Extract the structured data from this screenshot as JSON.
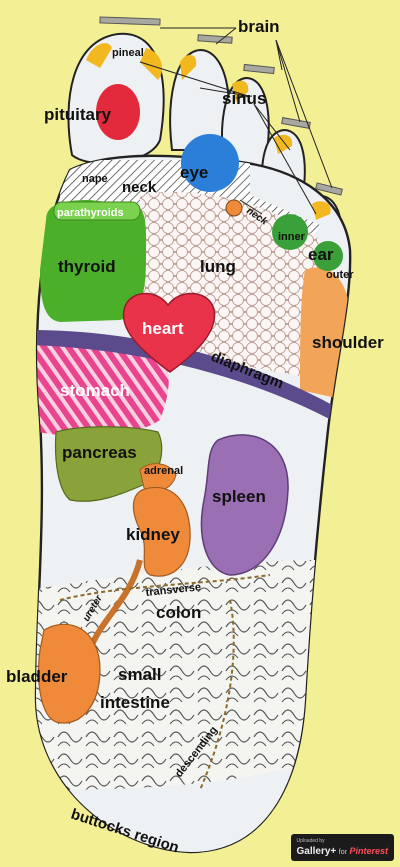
{
  "labels": {
    "brain": "brain",
    "pineal": "pineal",
    "sinus": "sinus",
    "pituitary": "pituitary",
    "eye": "eye",
    "nape": "nape",
    "neck": "neck",
    "neck_small": "neck",
    "parathyroids": "parathyroids",
    "inner": "inner",
    "ear": "ear",
    "outer": "outer",
    "thyroid": "thyroid",
    "lung": "lung",
    "heart": "heart",
    "shoulder": "shoulder",
    "diaphragm": "diaphragm",
    "stomach": "stomach",
    "pancreas": "pancreas",
    "adrenal": "adrenal",
    "spleen": "spleen",
    "kidney": "kidney",
    "ureter": "ureter",
    "transverse": "transverse",
    "colon": "colon",
    "bladder": "bladder",
    "small": "small",
    "intestine": "intestine",
    "descending": "descending",
    "buttocks_region": "buttocks region"
  },
  "watermark": {
    "uploaded_by": "Uploaded by",
    "brand": "Gallery+",
    "for_word": "for",
    "platform": "Pinterest"
  },
  "colors": {
    "background": "#f3ef95",
    "foot": "#eef1f3",
    "thyroid": "#4caf2a",
    "heart": "#e8334a",
    "stomach": "#e9458e",
    "diaphragm": "#5b4b8c",
    "spleen": "#9a6fb3",
    "kidney": "#ee8a3a",
    "bladder": "#ee8a3a",
    "pancreas": "#8aa23a",
    "eye": "#2b7fd8",
    "pituitary": "#e22a3c",
    "sinus": "#f2b81f",
    "ear": "#3aa03a",
    "shoulder": "#f2a458",
    "lung": "#f0e0d8"
  }
}
